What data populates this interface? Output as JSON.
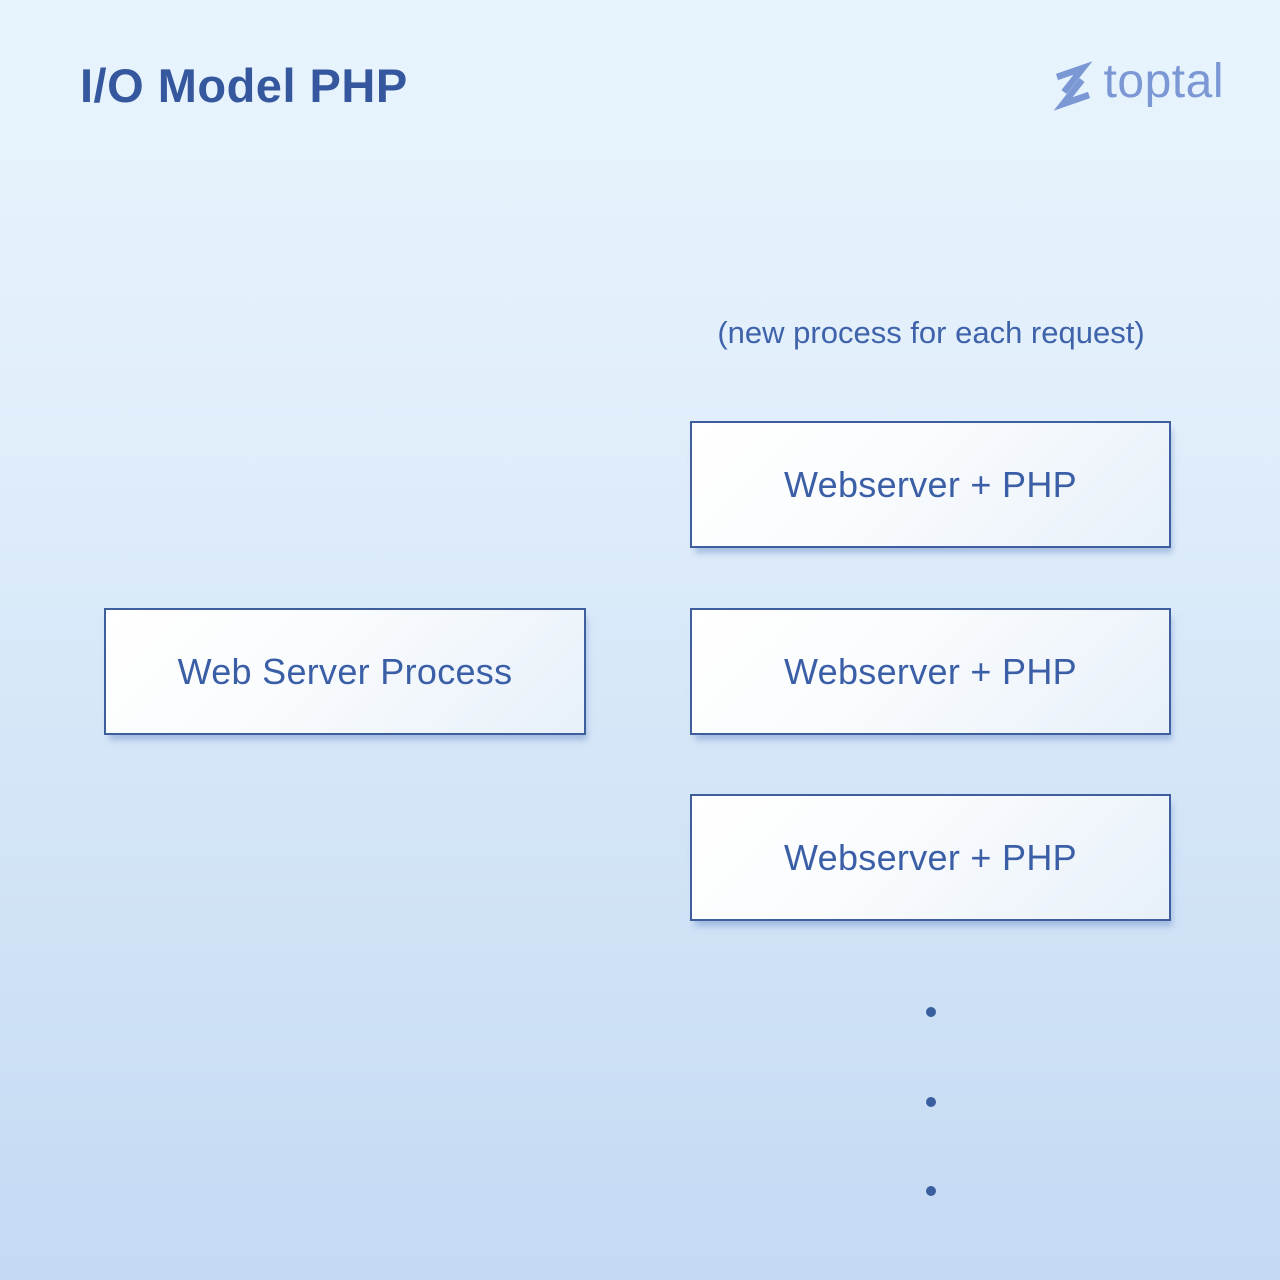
{
  "title": "I/O Model PHP",
  "logo": {
    "brand": "toptal",
    "mark_icon": "toptal-chevrons-icon"
  },
  "diagram": {
    "caption": "(new process for each request)",
    "left_box": {
      "label": "Web Server Process"
    },
    "right_boxes": [
      {
        "label": "Webserver + PHP"
      },
      {
        "label": "Webserver + PHP"
      },
      {
        "label": "Webserver + PHP"
      }
    ],
    "ellipsis": {
      "dot_count": 3
    }
  },
  "colors": {
    "background_top": "#e8f4fd",
    "background_bottom": "#c4daf3",
    "box_border": "#3e5e9d",
    "box_fill_start": "#ffffff",
    "box_fill_end": "#e7f0f9",
    "box_shadow": "#7898cd",
    "title_text": "#35579d",
    "box_text": "#3b5fa6",
    "caption_text": "#3f63ab",
    "dot": "#3a5f9f",
    "logo": "#7b97d4"
  }
}
